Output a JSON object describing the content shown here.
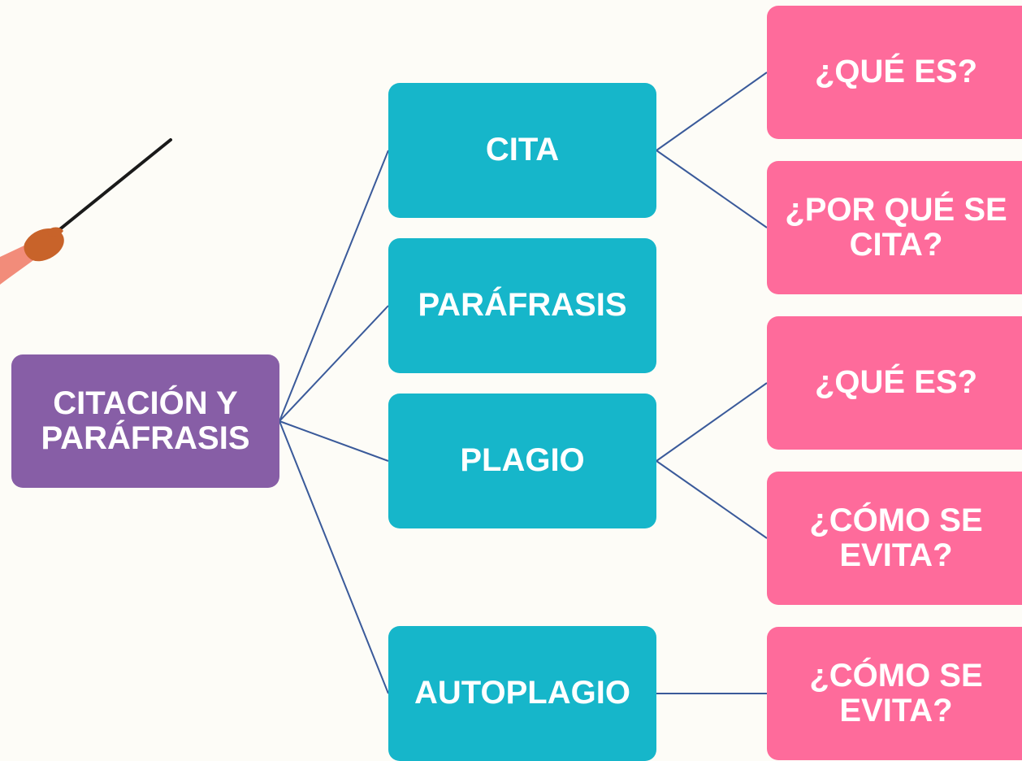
{
  "colors": {
    "background": "#fdfcf7",
    "root_fill": "#875ea6",
    "mid_fill": "#16b6ca",
    "leaf_fill": "#fe6b9b",
    "connector": "#3a5a9a",
    "pointer_stick": "#1a1a1a",
    "hand": "#c8632a",
    "sleeve": "#f28c7a"
  },
  "diagram": {
    "root": {
      "label": "CITACIÓN Y\nPARÁFRASIS"
    },
    "branches": [
      {
        "label": "CITA"
      },
      {
        "label": "PARÁFRASIS"
      },
      {
        "label": "PLAGIO"
      },
      {
        "label": "AUTOPLAGIO"
      }
    ],
    "leaves": [
      {
        "label": "¿QUÉ ES?"
      },
      {
        "label": "¿POR QUÉ SE\nCITA?"
      },
      {
        "label": "¿QUÉ ES?"
      },
      {
        "label": "¿CÓMO SE\nEVITA?"
      },
      {
        "label": "¿CÓMO SE\nEVITA?"
      }
    ]
  },
  "decoration": {
    "illustration_icon": "hand-holding-pointer-icon"
  }
}
